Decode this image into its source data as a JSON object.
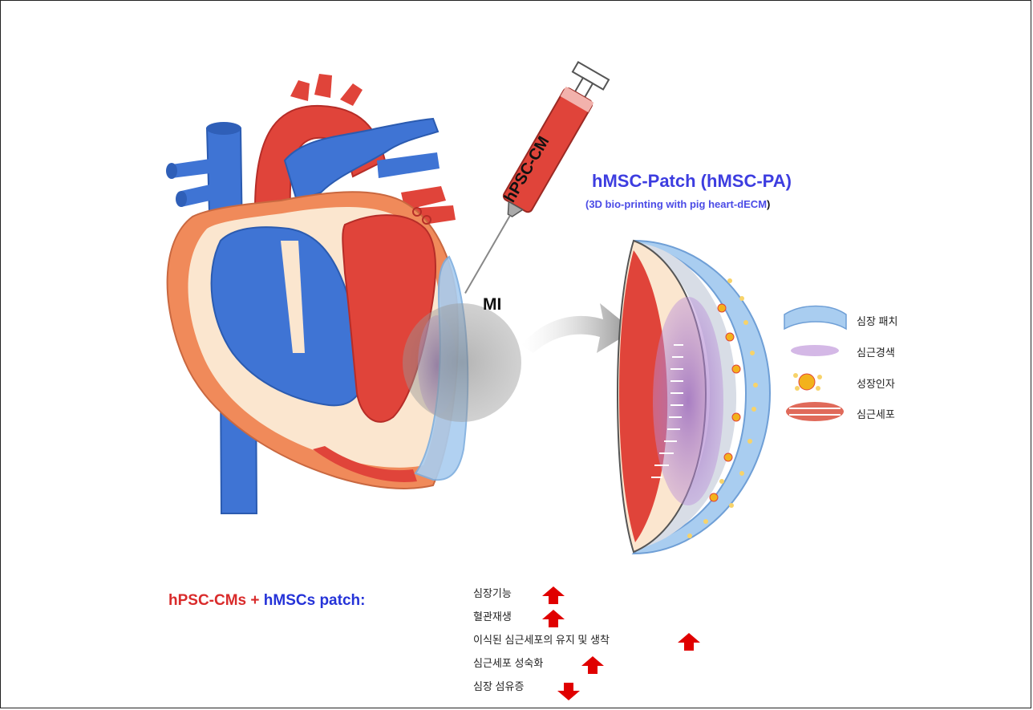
{
  "header": {
    "title": "hMSC-Patch (hMSC-PA)",
    "subtitle": "(3D bio-printing with pig heart-dECM",
    "subtitle_paren": ")"
  },
  "syringe_label": "hPSC-CM",
  "mi_label": "MI",
  "legend": [
    {
      "label": "심장 패치",
      "icon": "patch-icon"
    },
    {
      "label": "심근경색",
      "icon": "infarct-icon"
    },
    {
      "label": "성장인자",
      "icon": "growth-factor-icon"
    },
    {
      "label": "심근세포",
      "icon": "cardiomyocyte-icon"
    }
  ],
  "result": {
    "part1": "hPSC-CMs",
    "plus": " + ",
    "part2": "hMSCs patch:"
  },
  "effects": [
    {
      "text": "심장기능",
      "direction": "up"
    },
    {
      "text": "혈관재생",
      "direction": "up"
    },
    {
      "text": "이식된 심근세포의 유지 및 생착",
      "direction": "up"
    },
    {
      "text": "심근세포 성숙화",
      "direction": "up"
    },
    {
      "text": "심장 섬유증",
      "direction": "down"
    }
  ],
  "colors": {
    "title_blue": "#3d3de0",
    "heart_red": "#e0443a",
    "vessel_blue": "#3f74d4",
    "wall_orange": "#f08a5a",
    "arrow_red": "#e00000"
  }
}
